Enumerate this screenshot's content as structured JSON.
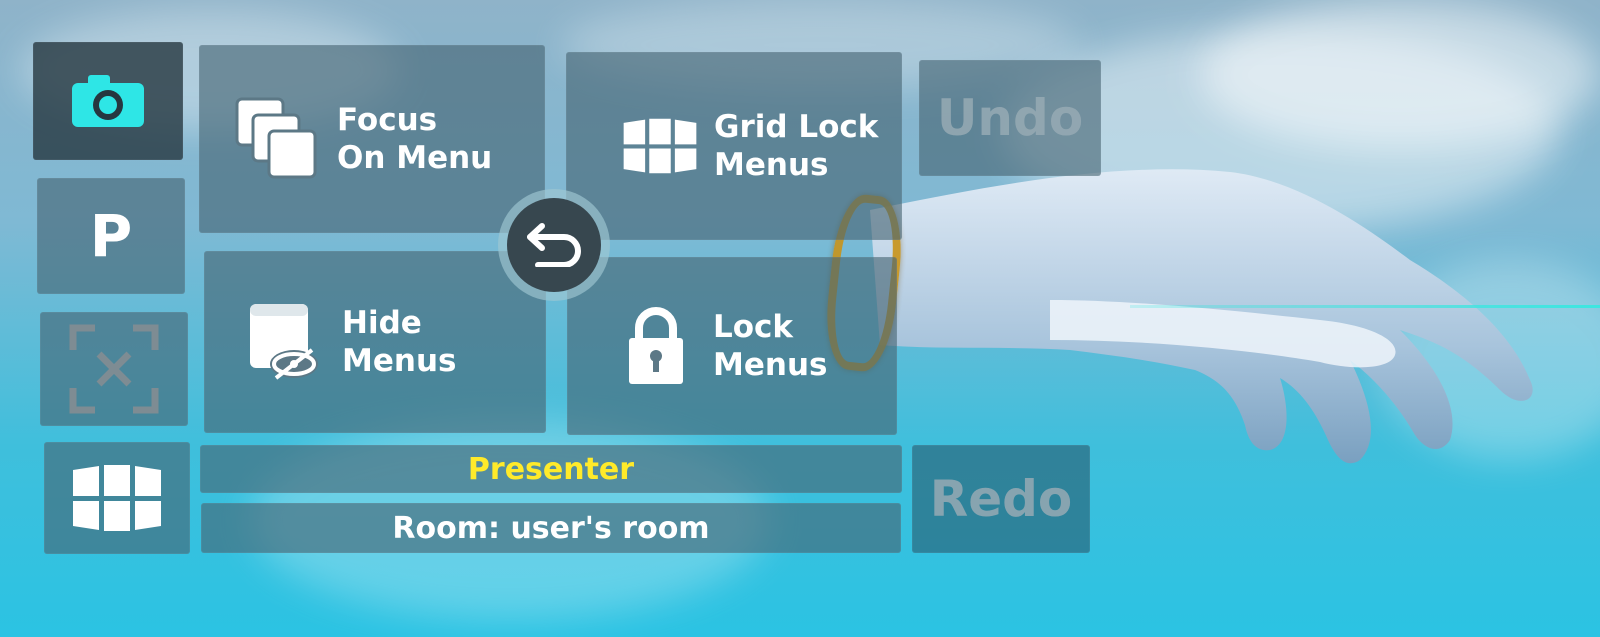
{
  "menu": {
    "focus_label": "Focus\nOn Menu",
    "grid_lock_label": "Grid Lock\nMenus",
    "hide_label": "Hide\nMenus",
    "lock_label": "Lock\nMenus",
    "undo_label": "Undo",
    "redo_label": "Redo",
    "presenter_label": "Presenter",
    "room_label": "Room: user's room",
    "p_label": "P"
  },
  "icons": {
    "camera": "camera-icon",
    "stack": "stacked-windows-icon",
    "grid": "grid-panels-icon",
    "hide": "hide-window-icon",
    "lock": "lock-icon",
    "close_frame": "close-frame-icon",
    "back": "back-arrow-icon"
  },
  "colors": {
    "accent": "#2ee6e6",
    "presenter": "#ffea2a",
    "ring": "#c9941a"
  }
}
